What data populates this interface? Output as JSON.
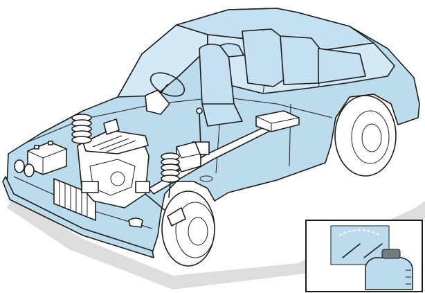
{
  "colors": {
    "body_fill": "#bcdcee",
    "glass_fill": "#d3e9f5",
    "shadow": "#c9c9c9",
    "parts_fill": "#ffffff",
    "outline": "#1a1a1a",
    "inset_fill": "#bcdcee"
  },
  "parts": [
    "car-body",
    "windshield",
    "side-windows",
    "roof",
    "steering-wheel",
    "front-seat",
    "rear-seat",
    "battery",
    "headlights",
    "radiator-grille",
    "engine-block",
    "front-coil-spring-left",
    "front-coil-spring-right",
    "gear-lever",
    "transmission",
    "drive-shaft",
    "rear-differential",
    "front-wheel",
    "rear-wheel",
    "inset-washer-bottle"
  ]
}
